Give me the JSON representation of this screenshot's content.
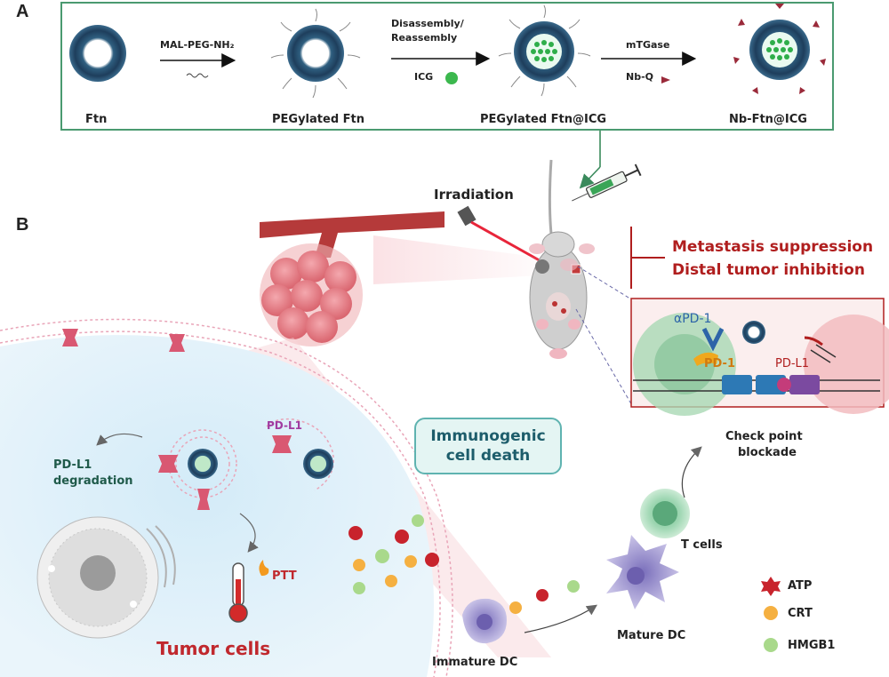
{
  "panel_a": {
    "letter": "A",
    "stages": [
      "Ftn",
      "PEGylated Ftn",
      "PEGylated Ftn@ICG",
      "Nb-Ftn@ICG"
    ],
    "arrow1_label": "MAL-PEG-NH₂",
    "arrow2_label_line1": "Disassembly/",
    "arrow2_label_line2": "Reassembly",
    "arrow2_reagent": "ICG",
    "arrow3_label": "mTGase",
    "arrow3_reagent": "Nb-Q"
  },
  "panel_b": {
    "letter": "B",
    "irradiation": "Irradiation",
    "outcome_line1": "Metastasis suppression",
    "outcome_line2": "Distal tumor inhibition",
    "inset_apd1": "αPD-1",
    "inset_pd1": "PD-1",
    "inset_pdl1": "PD-L1",
    "pdl1_label": "PD-L1",
    "pdl1_degradation_line1": "PD-L1",
    "pdl1_degradation_line2": "degradation",
    "ptt": "PTT",
    "tumor_cells": "Tumor cells",
    "icd_line1": "Immunogenic",
    "icd_line2": "cell death",
    "checkpoint_line1": "Check point",
    "checkpoint_line2": "blockade",
    "t_cells": "T cells",
    "mature_dc": "Mature DC",
    "immature_dc": "Immature DC",
    "legend": [
      "ATP",
      "CRT",
      "HMGB1"
    ]
  },
  "colors": {
    "panel_border": "#4a9a70",
    "outcome_red": "#b01e1e",
    "atp": "#c8232c",
    "crt": "#f5b041",
    "hmgb1": "#a9d98b",
    "tumor_pink": "#e8808a",
    "cell_blue": "#d6ecf8"
  }
}
